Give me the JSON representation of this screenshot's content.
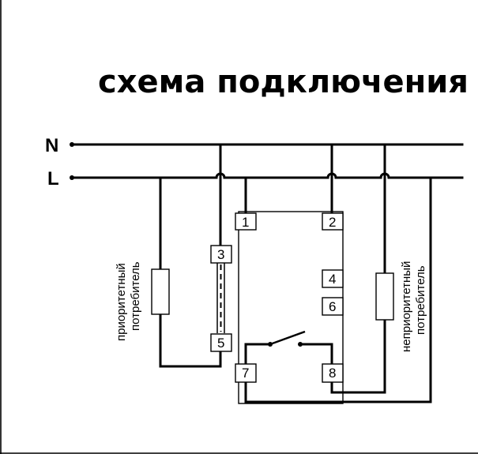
{
  "title": "схема подключения",
  "lines": {
    "neutral": "N",
    "live": "L"
  },
  "terminals": [
    "1",
    "2",
    "3",
    "4",
    "5",
    "6",
    "7",
    "8"
  ],
  "loads": {
    "priority": {
      "line1": "приоритетный",
      "line2": "потребитель"
    },
    "non_priority": {
      "line1": "неприоритетный",
      "line2": "потребитель"
    }
  }
}
